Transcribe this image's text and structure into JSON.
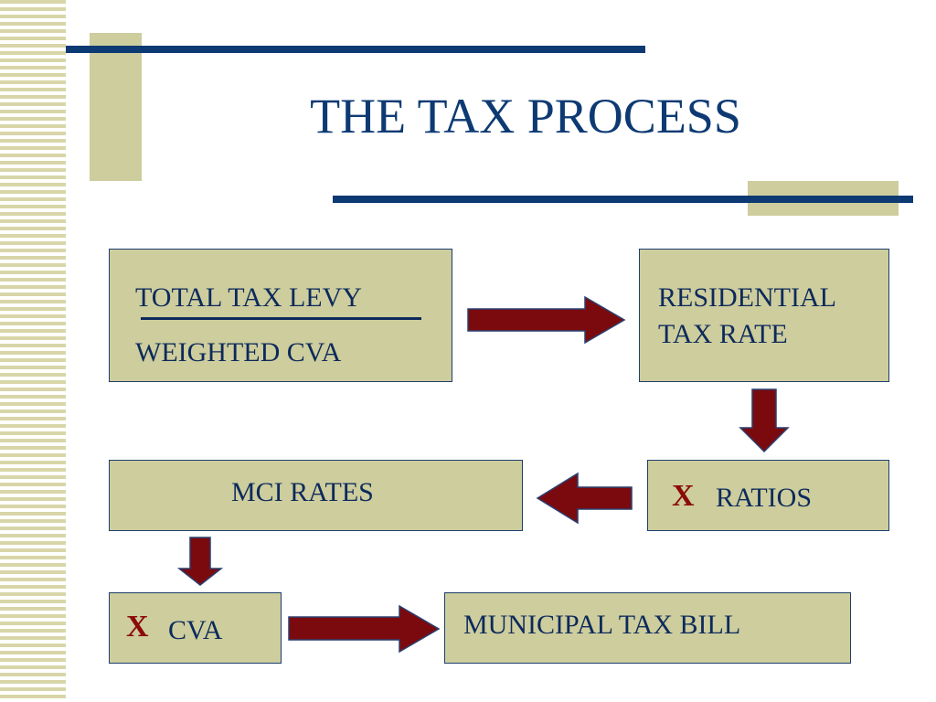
{
  "title": "THE TAX PROCESS",
  "colors": {
    "title": "#0d3a73",
    "box_fill": "#cdcd9d",
    "box_border": "#1d3f6e",
    "arrow_fill": "#7b0a0f",
    "arrow_stroke": "#2a3f6e",
    "x_mark": "#8b0a0a",
    "accent_bar": "#0d3a73",
    "accent_block": "#cdcd9d"
  },
  "boxes": {
    "levy": {
      "numerator": "TOTAL TAX LEVY",
      "denominator": "WEIGHTED CVA"
    },
    "residential": {
      "line1": "RESIDENTIAL",
      "line2": "TAX RATE"
    },
    "ratios": {
      "operator": "X",
      "label": "RATIOS"
    },
    "mci": {
      "label": "MCI RATES"
    },
    "cva": {
      "operator": "X",
      "label": "CVA"
    },
    "bill": {
      "label": "MUNICIPAL TAX BILL"
    }
  }
}
